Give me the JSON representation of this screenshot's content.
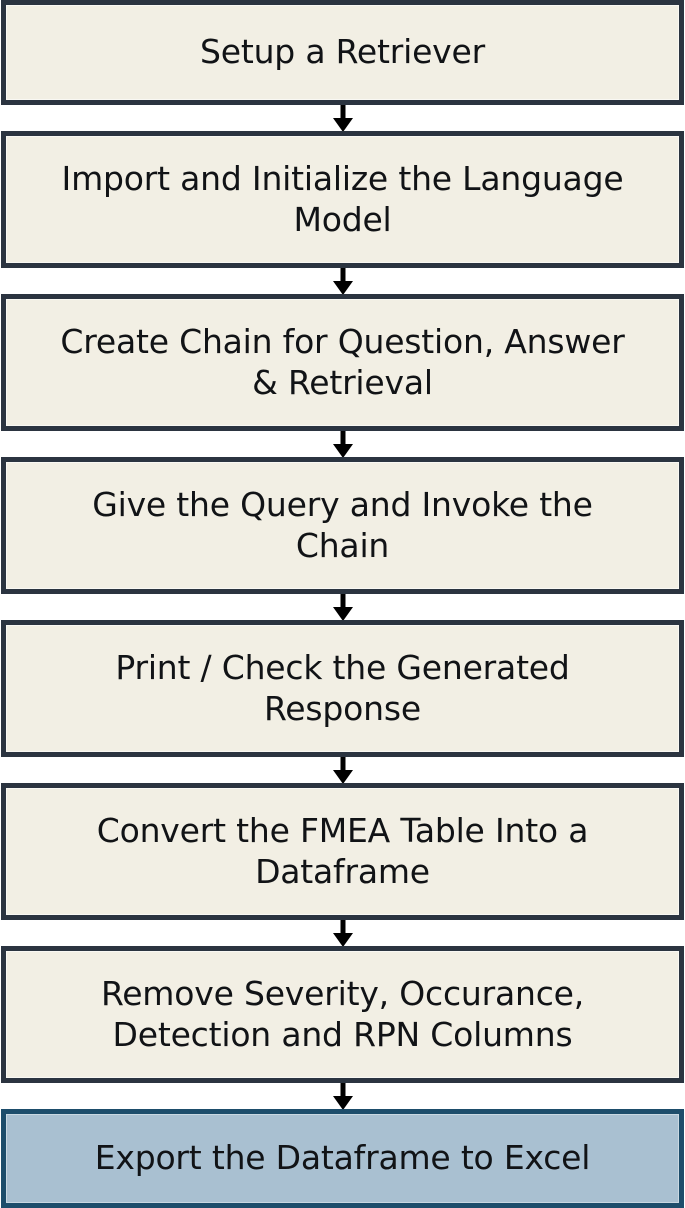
{
  "diagram": {
    "type": "flowchart",
    "orientation": "vertical",
    "colors": {
      "node_fill": "#f2efe4",
      "node_border": "#2b3440",
      "accent_fill": "#a9c0d1",
      "accent_border": "#1d4d6b",
      "text": "#111316",
      "arrow": "#000000",
      "background": "#ffffff"
    },
    "nodes": [
      {
        "id": "setup-retriever",
        "label": "Setup a Retriever",
        "lines": 1,
        "style": "default"
      },
      {
        "id": "import-init-llm",
        "label": "Import and Initialize the Language\nModel",
        "lines": 2,
        "style": "default"
      },
      {
        "id": "create-chain",
        "label": "Create Chain for Question, Answer\n& Retrieval",
        "lines": 2,
        "style": "default"
      },
      {
        "id": "give-query-invoke",
        "label": "Give the Query and Invoke the\nChain",
        "lines": 2,
        "style": "default"
      },
      {
        "id": "print-check-response",
        "label": "Print / Check the Generated\nResponse",
        "lines": 2,
        "style": "default"
      },
      {
        "id": "convert-fmea-dataframe",
        "label": "Convert the FMEA Table Into a\nDataframe",
        "lines": 2,
        "style": "default"
      },
      {
        "id": "remove-columns",
        "label": "Remove Severity, Occurance,\nDetection and RPN Columns",
        "lines": 2,
        "style": "default"
      },
      {
        "id": "export-excel",
        "label": "Export the Dataframe to Excel",
        "lines": 1,
        "style": "accent"
      }
    ],
    "connectors": [
      {
        "from": "setup-retriever",
        "to": "import-init-llm",
        "marker": "arrow-down"
      },
      {
        "from": "import-init-llm",
        "to": "create-chain",
        "marker": "arrow-down"
      },
      {
        "from": "create-chain",
        "to": "give-query-invoke",
        "marker": "arrow-down"
      },
      {
        "from": "give-query-invoke",
        "to": "print-check-response",
        "marker": "arrow-down"
      },
      {
        "from": "print-check-response",
        "to": "convert-fmea-dataframe",
        "marker": "arrow-down"
      },
      {
        "from": "convert-fmea-dataframe",
        "to": "remove-columns",
        "marker": "arrow-down"
      },
      {
        "from": "remove-columns",
        "to": "export-excel",
        "marker": "arrow-down"
      }
    ]
  }
}
